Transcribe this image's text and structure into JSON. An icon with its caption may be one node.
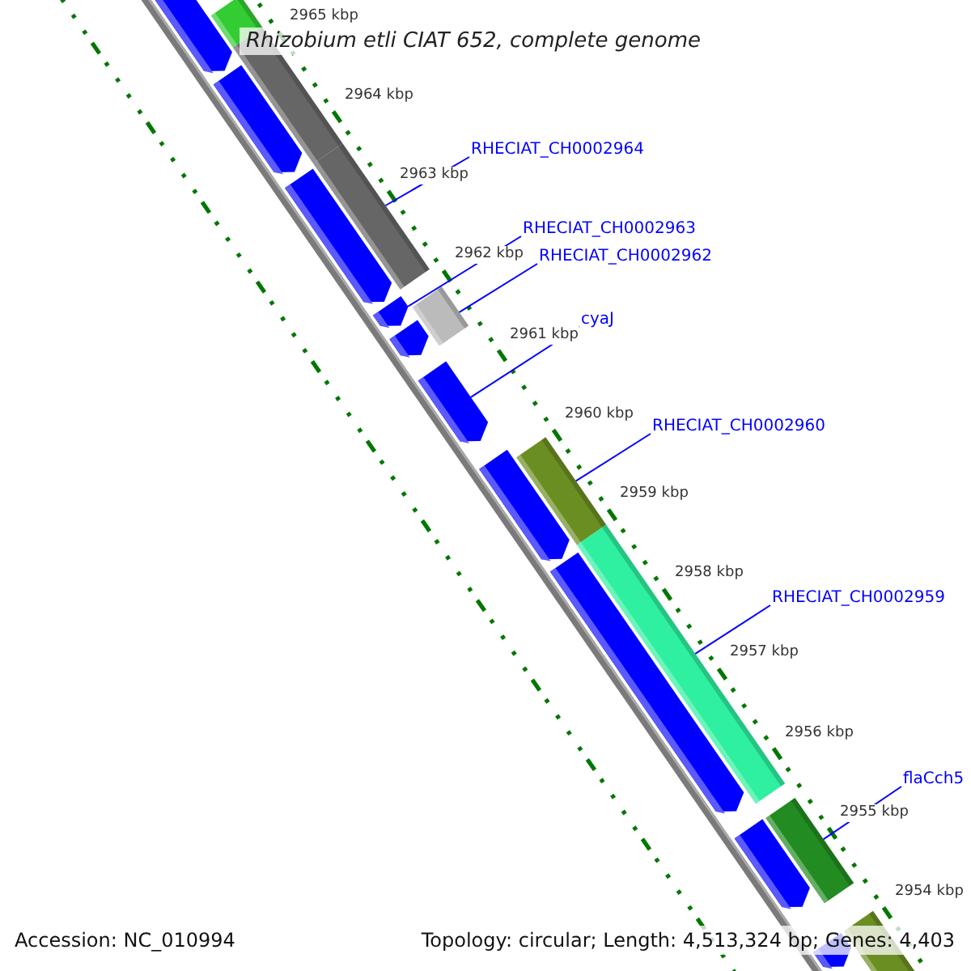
{
  "diagram": {
    "title": "Rhizobium etli CIAT 652, complete genome",
    "nodes": [
      {
        "text": [
          "RHECIAT_CH0002964"
        ]
      },
      {
        "text": [
          "RHECIAT_CH0002963"
        ]
      },
      {
        "text": [
          "RHECIAT_CH0002962"
        ]
      },
      {
        "text": [
          "cyaJ"
        ]
      },
      {
        "text": [
          "RHECIAT_CH0002960"
        ]
      },
      {
        "text": [
          "RHECIAT_CH0002959"
        ]
      },
      {
        "text": [
          "flaCch5"
        ]
      },
      {
        "text": [],
        "shape": "bar"
      },
      {
        "text": [],
        "shape": "bar"
      },
      {
        "text": [],
        "shape": "bar"
      },
      {
        "text": [],
        "shape": "bar"
      },
      {
        "text": [],
        "shape": "bar"
      },
      {
        "text": [],
        "shape": "bar"
      },
      {
        "text": [],
        "shape": "bar"
      },
      {
        "text": [],
        "shape": "bar"
      },
      {
        "text": [],
        "shape": "bar"
      },
      {
        "text": [],
        "shape": "bar"
      },
      {
        "text": [],
        "shape": "bar"
      },
      {
        "text": [],
        "shape": "bar"
      },
      {
        "text": [],
        "shape": "bar"
      },
      {
        "text": [],
        "shape": "bar"
      },
      {
        "text": [],
        "shape": "bar"
      },
      {
        "text": [],
        "shape": "bar"
      },
      {
        "text": [],
        "shape": "bar"
      },
      {
        "text": [],
        "shape": "bar"
      }
    ],
    "edges": [
      {
        "from": 0,
        "to": 11,
        "arrow": "none"
      },
      {
        "from": 1,
        "to": 13,
        "arrow": "none"
      },
      {
        "from": 2,
        "to": 14,
        "arrow": "none"
      },
      {
        "from": 3,
        "to": 16,
        "arrow": "none"
      },
      {
        "from": 4,
        "to": 18,
        "arrow": "none"
      },
      {
        "from": 5,
        "to": 19,
        "arrow": "none"
      },
      {
        "from": 6,
        "to": 22,
        "arrow": "none"
      }
    ],
    "labels": [
      "2965 kbp",
      "2964 kbp",
      "2963 kbp",
      "2962 kbp",
      "2961 kbp",
      "2960 kbp",
      "2959 kbp",
      "2958 kbp",
      "2957 kbp",
      "2956 kbp",
      "2955 kbp",
      "2954 kbp",
      "Accession: NC_010994",
      "Topology: circular; Length: 4,513,324 bp; Genes: 4,403"
    ]
  }
}
